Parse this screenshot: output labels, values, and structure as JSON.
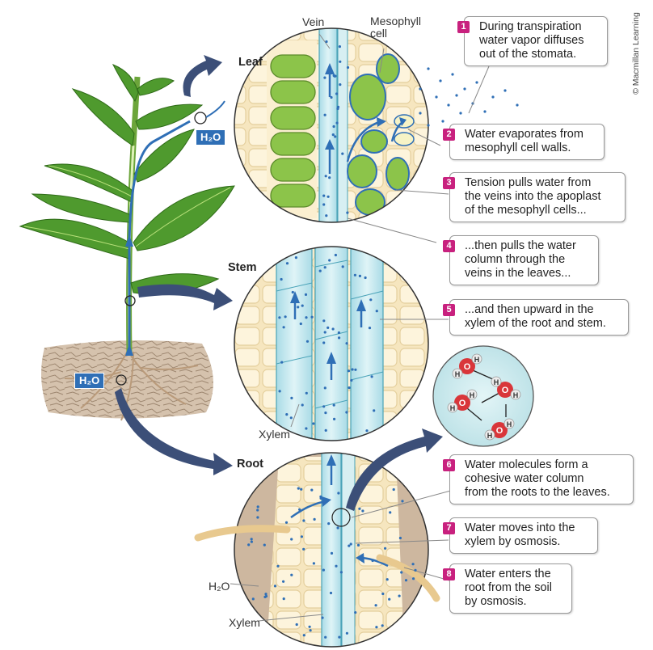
{
  "credit": "© Macmillan Learning",
  "sections": {
    "leaf": "Leaf",
    "stem": "Stem",
    "root": "Root"
  },
  "labels": {
    "vein": "Vein",
    "mesophyll": "Mesophyll\ncell",
    "xylem_stem": "Xylem",
    "xylem_root": "Xylem",
    "h2o_root": "H₂O",
    "h2o_leaf_badge": "H₂O",
    "h2o_soil_badge": "H₂O",
    "molecule_h": "H",
    "molecule_o": "O"
  },
  "steps": [
    {
      "num": "1",
      "text": "During transpiration\nwater vapor diffuses\nout of the stomata."
    },
    {
      "num": "2",
      "text": "Water evaporates from\nmesophyll cell walls."
    },
    {
      "num": "3",
      "text": "Tension pulls water from\nthe veins into the apoplast\nof the mesophyll cells..."
    },
    {
      "num": "4",
      "text": "...then pulls the water\ncolumn through the\nveins in the leaves..."
    },
    {
      "num": "5",
      "text": "...and then upward in the\nxylem of the root and stem."
    },
    {
      "num": "6",
      "text": "Water molecules form a\ncohesive water column\nfrom the roots to the leaves."
    },
    {
      "num": "7",
      "text": "Water moves into the\nxylem by osmosis."
    },
    {
      "num": "8",
      "text": "Water enters the\nroot from the soil\nby osmosis."
    }
  ],
  "colors": {
    "badge": "#c8217e",
    "water": "#2f6fb6",
    "xylem": "#bfe7ef",
    "leaf_green": "#4f9a2e",
    "mesophyll": "#8cc44a",
    "cell_wall": "#fbefd0",
    "soil": "#a08468"
  }
}
